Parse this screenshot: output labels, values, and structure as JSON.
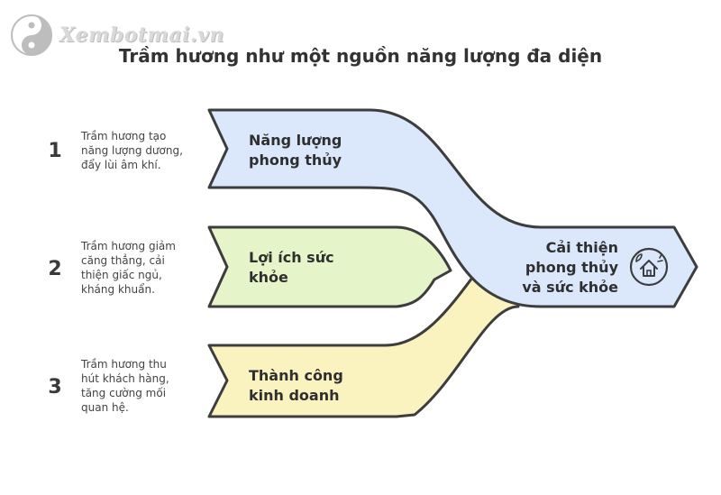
{
  "logo": {
    "text": "Xembotmai.vn",
    "icon": "yin-yang-icon"
  },
  "title": "Trầm hương như một nguồn năng lượng đa diện",
  "items": [
    {
      "number": "1",
      "description": [
        "Trầm hương tạo",
        "năng lượng dương,",
        "đẩy lùi âm khí."
      ],
      "label": [
        "Năng lượng",
        "phong thủy"
      ],
      "color": "#dbe7fb"
    },
    {
      "number": "2",
      "description": [
        "Trầm hương giảm",
        "căng thẳng, cải",
        "thiện giấc ngủ,",
        "kháng khuẩn."
      ],
      "label": [
        "Lợi ích sức",
        "khỏe"
      ],
      "color": "#e6f5c9"
    },
    {
      "number": "3",
      "description": [
        "Trầm hương thu",
        "hút khách hàng,",
        "tăng cường mối",
        "quan hệ."
      ],
      "label": [
        "Thành công",
        "kinh doanh"
      ],
      "color": "#fbf3bf"
    }
  ],
  "outcome": {
    "label": [
      "Cải thiện",
      "phong thủy",
      "và sức khỏe"
    ],
    "icon": "house-plant-icon",
    "color": "#dbe7fb"
  },
  "colors": {
    "stroke": "#3d3d3d"
  }
}
